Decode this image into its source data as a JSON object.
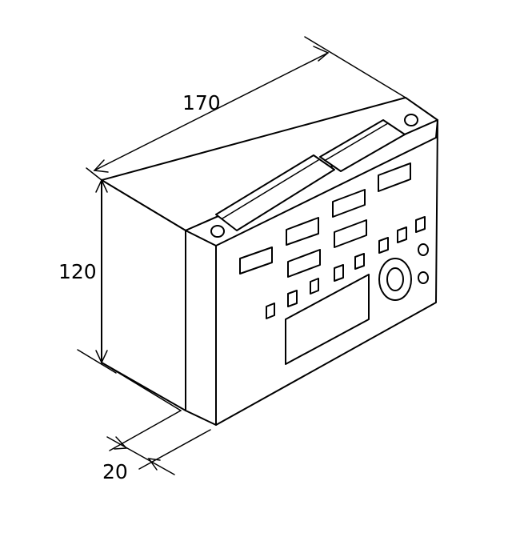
{
  "dimensions": {
    "width": "170",
    "height": "120",
    "depth": "20"
  },
  "colors": {
    "line": "#000000",
    "background": "#ffffff"
  }
}
